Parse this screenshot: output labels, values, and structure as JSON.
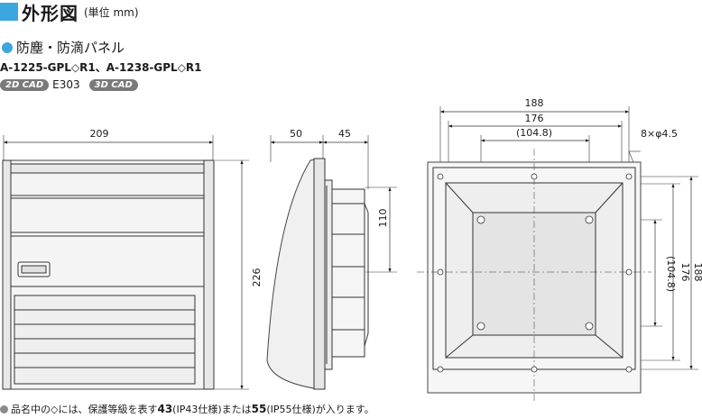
{
  "header": {
    "title": "外形図",
    "unit": "(単位 mm)"
  },
  "product": {
    "name": "防塵・防滴パネル",
    "models": "A-1225-GPL◇R1、A-1238-GPL◇R1",
    "cad_2d": "2D CAD",
    "cad_code": "E303",
    "cad_3d": "3D CAD"
  },
  "front_view": {
    "width": "209",
    "height": "226"
  },
  "side_view": {
    "depth_a": "50",
    "depth_b": "45",
    "height": "110"
  },
  "rear_view": {
    "outer_width": "188",
    "inner_width": "176",
    "hole_width": "(104.8)",
    "outer_height": "188",
    "inner_height": "176",
    "hole_height": "(104.8)",
    "holes": "8×φ4.5"
  },
  "footnote": {
    "prefix": "品名中の◇には、保護等級を表す",
    "opt1": "43",
    "opt1_note": "(IP43仕様)",
    "middle": "または",
    "opt2": "55",
    "opt2_note": "(IP55仕様)",
    "suffix": "が入ります。"
  }
}
